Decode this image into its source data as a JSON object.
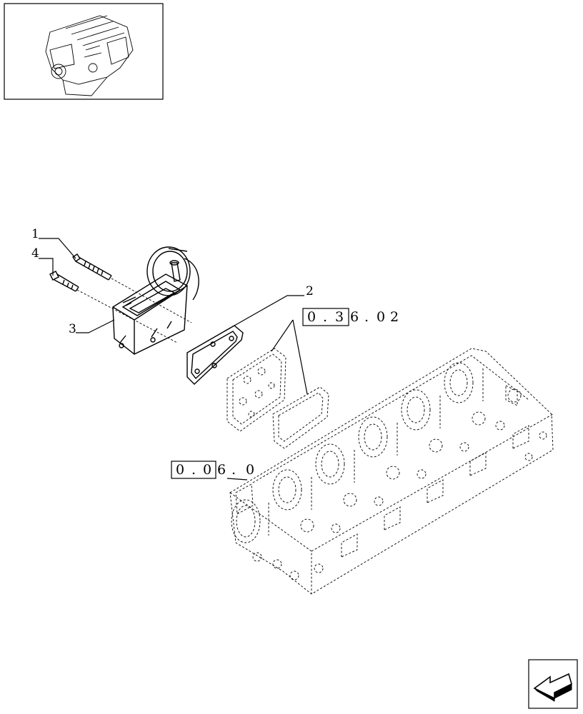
{
  "callouts": {
    "c1": "1",
    "c2": "2",
    "c3": "3",
    "c4": "4"
  },
  "references": {
    "ref_a": {
      "chars": [
        "0",
        ".",
        "3",
        "6",
        ".",
        "0",
        "2"
      ]
    },
    "ref_b": {
      "chars": [
        "0",
        ".",
        "0",
        "6",
        ".",
        "0"
      ]
    }
  },
  "icons": {
    "thumbnail": "engine-thumbnail-icon",
    "nav": "previous-page-arrow-icon"
  }
}
